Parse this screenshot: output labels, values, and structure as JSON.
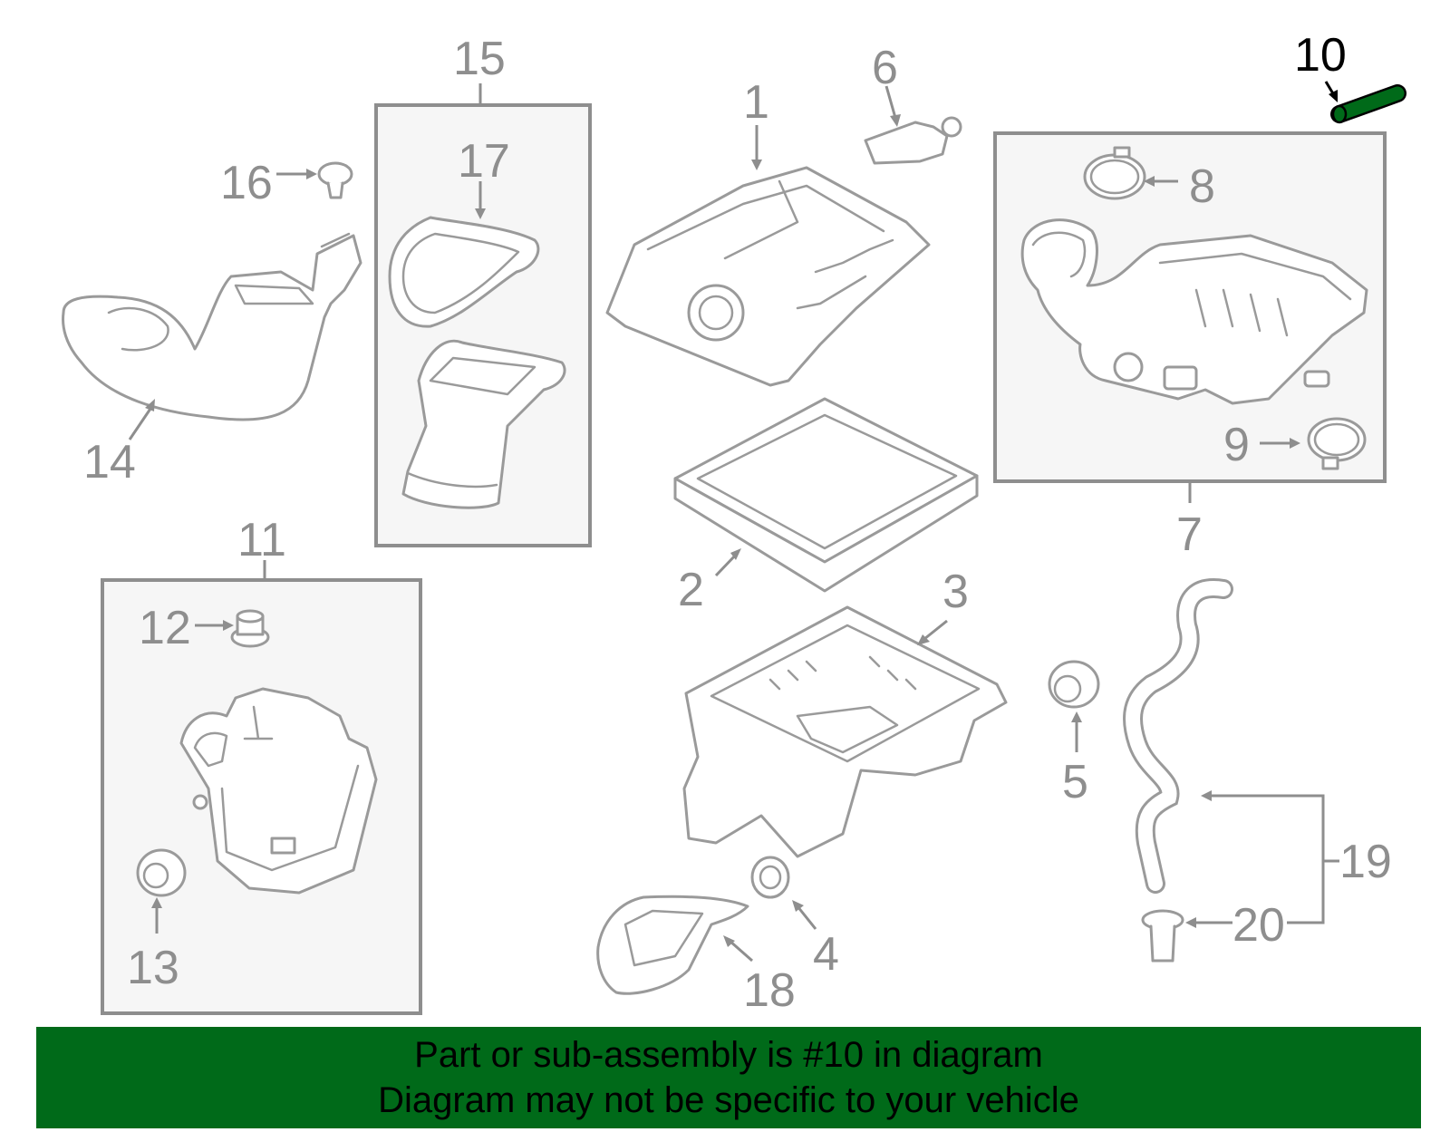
{
  "diagram": {
    "highlighted_part": "10",
    "highlight_color": "#006a19",
    "callouts": {
      "c1": "1",
      "c2": "2",
      "c3": "3",
      "c4": "4",
      "c5": "5",
      "c6": "6",
      "c7": "7",
      "c8": "8",
      "c9": "9",
      "c10": "10",
      "c11": "11",
      "c12": "12",
      "c13": "13",
      "c14": "14",
      "c15": "15",
      "c16": "16",
      "c17": "17",
      "c18": "18",
      "c19": "19",
      "c20": "20"
    }
  },
  "footer": {
    "line1": "Part or sub-assembly is #10 in diagram",
    "line2": "Diagram may not be specific to your vehicle",
    "background": "#006a19"
  }
}
